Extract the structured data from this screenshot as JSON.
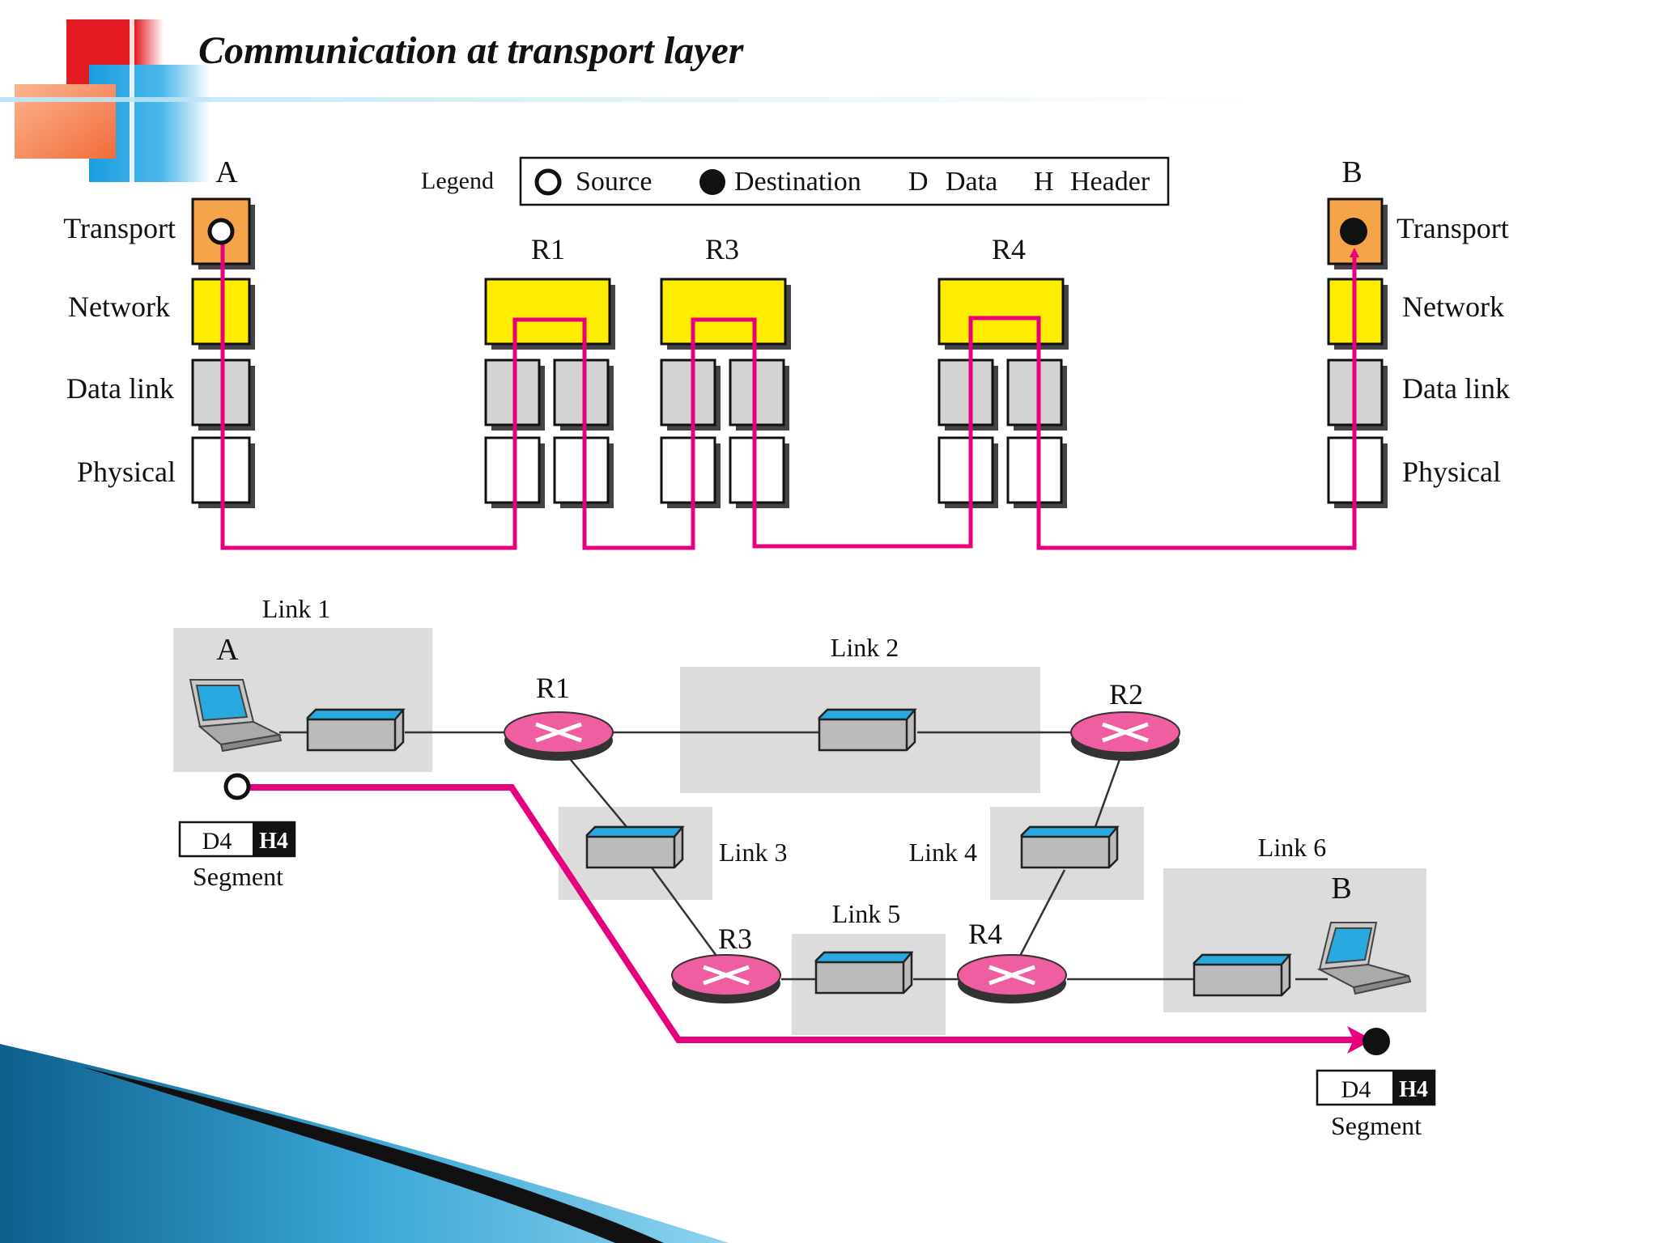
{
  "slide": {
    "title": "Communication at transport layer"
  },
  "legend": {
    "label": "Legend",
    "source": "Source",
    "destination": "Destination",
    "data_code": "D",
    "data": "Data",
    "header_code": "H",
    "header": "Header"
  },
  "layers": {
    "host_a": "A",
    "host_b": "B",
    "transport": "Transport",
    "network": "Network",
    "datalink": "Data link",
    "physical": "Physical",
    "routers": [
      "R1",
      "R3",
      "R4"
    ]
  },
  "topology": {
    "host_a": "A",
    "host_b": "B",
    "links": [
      "Link 1",
      "Link 2",
      "Link 3",
      "Link 4",
      "Link 5",
      "Link 6"
    ],
    "routers": [
      "R1",
      "R2",
      "R3",
      "R4"
    ],
    "segment_source": {
      "data": "D4",
      "header": "H4",
      "label": "Segment"
    },
    "segment_dest": {
      "data": "D4",
      "header": "H4",
      "label": "Segment"
    }
  },
  "colors": {
    "path": "#e6007e",
    "transport": "#f4a549",
    "network": "#ffed00",
    "datalink": "#d3d3d3",
    "router": "#ef5ea0",
    "switch_top": "#29a9e0",
    "link_area": "#dcdcdc"
  }
}
